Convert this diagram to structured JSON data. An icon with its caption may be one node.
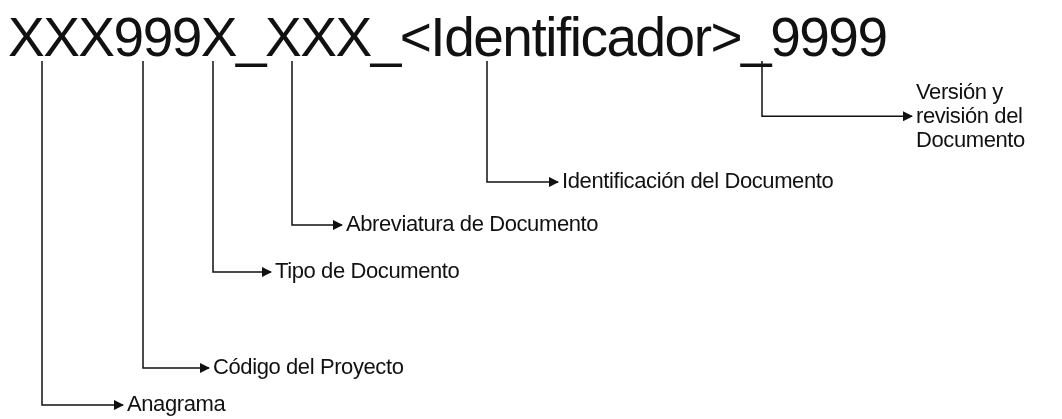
{
  "diagram": {
    "nodes": [
      {
        "text": [
          "XXX999X_XXX_<Identificador>_9999"
        ]
      },
      {
        "text": [
          "Versión y revisión del Documento"
        ]
      },
      {
        "text": [
          "Identificación del Documento"
        ]
      },
      {
        "text": [
          "Abreviatura de Documento"
        ]
      },
      {
        "text": [
          "Tipo de Documento"
        ]
      },
      {
        "text": [
          "Código del Proyecto"
        ]
      },
      {
        "text": [
          "Anagrama"
        ]
      }
    ],
    "edges": [
      {
        "from": 0,
        "to": 1,
        "arrow": "to"
      },
      {
        "from": 0,
        "to": 2,
        "arrow": "to"
      },
      {
        "from": 0,
        "to": 3,
        "arrow": "to"
      },
      {
        "from": 0,
        "to": 4,
        "arrow": "to"
      },
      {
        "from": 0,
        "to": 5,
        "arrow": "to"
      },
      {
        "from": 0,
        "to": 6,
        "arrow": "to"
      }
    ]
  }
}
